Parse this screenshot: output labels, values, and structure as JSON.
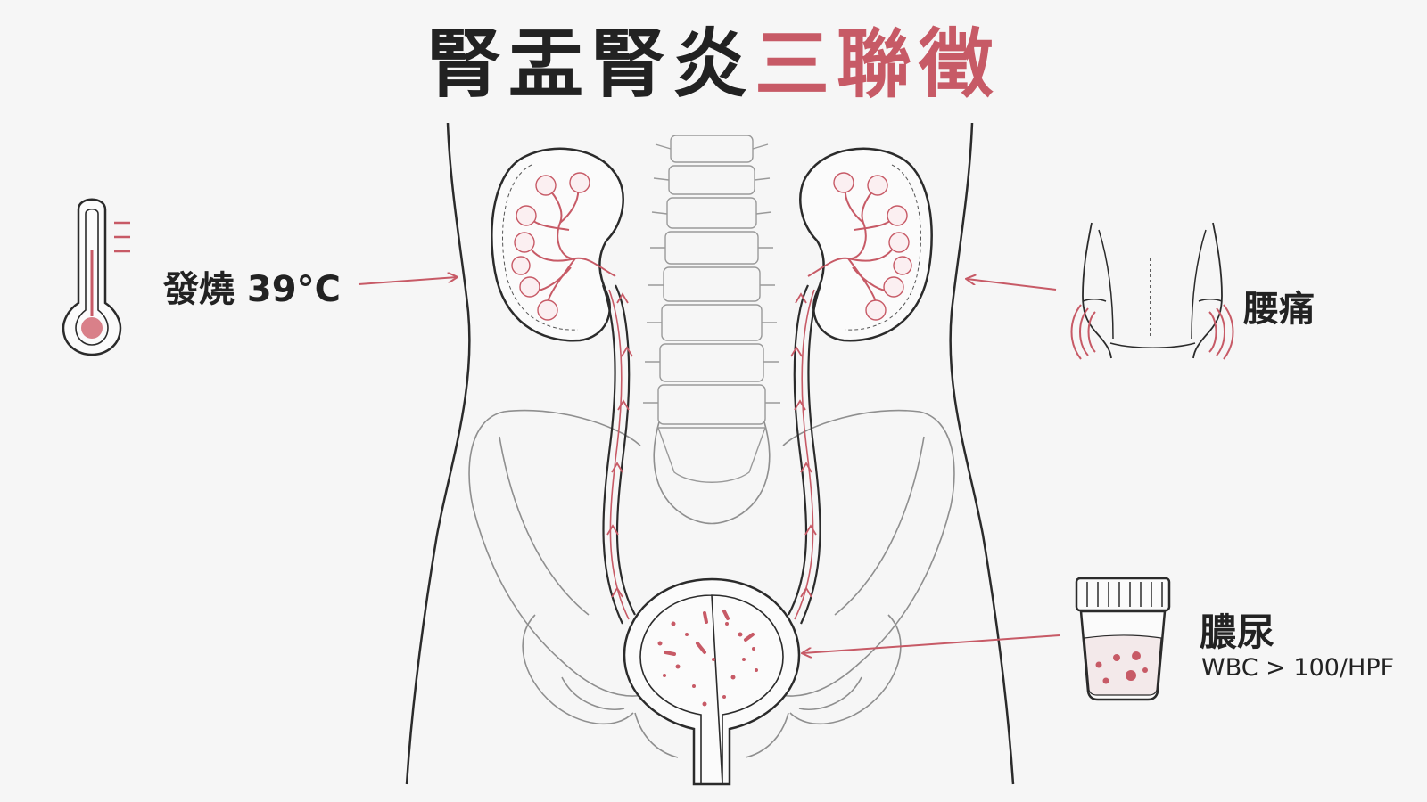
{
  "title": {
    "part1": "腎盂腎炎",
    "part2": "三聯徵"
  },
  "symptoms": {
    "fever": {
      "label": "發燒 39°C",
      "icon": "thermometer-icon"
    },
    "back_pain": {
      "label": "腰痛",
      "icon": "back-pain-torso-icon"
    },
    "pyuria": {
      "label": "膿尿",
      "detail": "WBC > 100/HPF",
      "icon": "urine-cup-icon"
    }
  },
  "colors": {
    "accent": "#c75a66",
    "text": "#222222",
    "line": "#2b2b2b",
    "light_line": "#9a9a9a",
    "background": "#f6f6f6"
  }
}
